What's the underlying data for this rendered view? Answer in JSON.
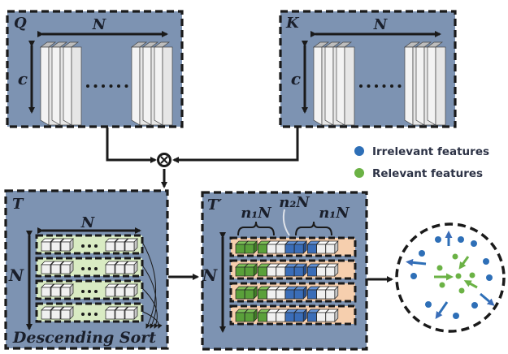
{
  "panels": {
    "q": {
      "label": "Q",
      "width_label": "N",
      "height_label": "c"
    },
    "k": {
      "label": "K",
      "width_label": "N",
      "height_label": "c"
    },
    "t": {
      "label": "T",
      "width_label": "N",
      "height_label": "N",
      "caption": "Descending Sort"
    },
    "t_prime": {
      "label": "T′",
      "height_label": "N",
      "brace_left": "n₁N",
      "brace_mid": "n₂N",
      "brace_right": "n₁N"
    }
  },
  "operator": {
    "symbol": "⊗",
    "name": "matrix-multiplication"
  },
  "legend": [
    {
      "label": "Irrelevant features",
      "color": "#2e6fb7"
    },
    {
      "label": "Relevant features",
      "color": "#6bb245"
    }
  ],
  "colors": {
    "panel": "#7d93b2",
    "row_green": "#d9ebc3",
    "row_peach": "#f6cfae",
    "cube_green": "#5aa03a",
    "cube_blue": "#3a6db8",
    "cube_white": "#eeeeee"
  },
  "t_prime_row_pattern": [
    "green",
    "green",
    "gap",
    "green",
    "white",
    "white",
    "blue",
    "blue",
    "gap",
    "blue",
    "white",
    "white"
  ],
  "row_count": 4
}
